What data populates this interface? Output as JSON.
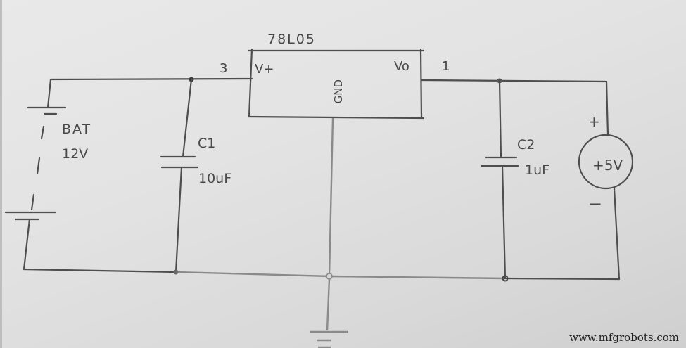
{
  "schematic": {
    "regulator": {
      "part": "78L05",
      "pin_in_label": "V+",
      "pin_in_number": "3",
      "pin_out_label": "Vo",
      "pin_out_number": "1",
      "pin_gnd_label": "GND"
    },
    "battery": {
      "name": "BAT",
      "voltage": "12V"
    },
    "c1": {
      "name": "C1",
      "value": "10uF"
    },
    "c2": {
      "name": "C2",
      "value": "1uF"
    },
    "output": {
      "label": "+5V",
      "plus": "+",
      "minus": "−"
    }
  },
  "colors": {
    "paper": "#e4e4e4",
    "pencil": "#4e4e4e"
  },
  "watermark": "www.mfgrobots.com"
}
